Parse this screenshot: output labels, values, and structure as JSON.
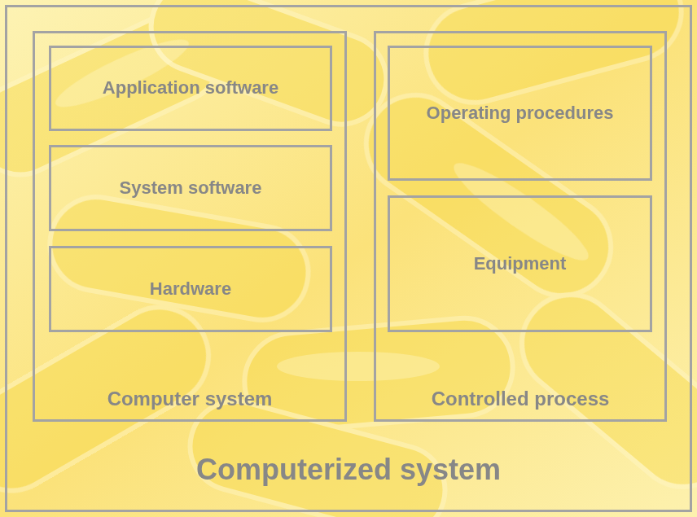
{
  "diagram": {
    "nodes": [
      {
        "text": [
          "Computerized system"
        ]
      },
      {
        "text": [
          "Computer system"
        ],
        "in": 0
      },
      {
        "text": [
          "Application software"
        ],
        "in": 1
      },
      {
        "text": [
          "System software"
        ],
        "in": 1
      },
      {
        "text": [
          "Hardware"
        ],
        "in": 1
      },
      {
        "text": [
          "Controlled process"
        ],
        "in": 0
      },
      {
        "text": [
          "Operating procedures"
        ],
        "in": 5
      },
      {
        "text": [
          "Equipment"
        ],
        "in": 5
      }
    ]
  }
}
